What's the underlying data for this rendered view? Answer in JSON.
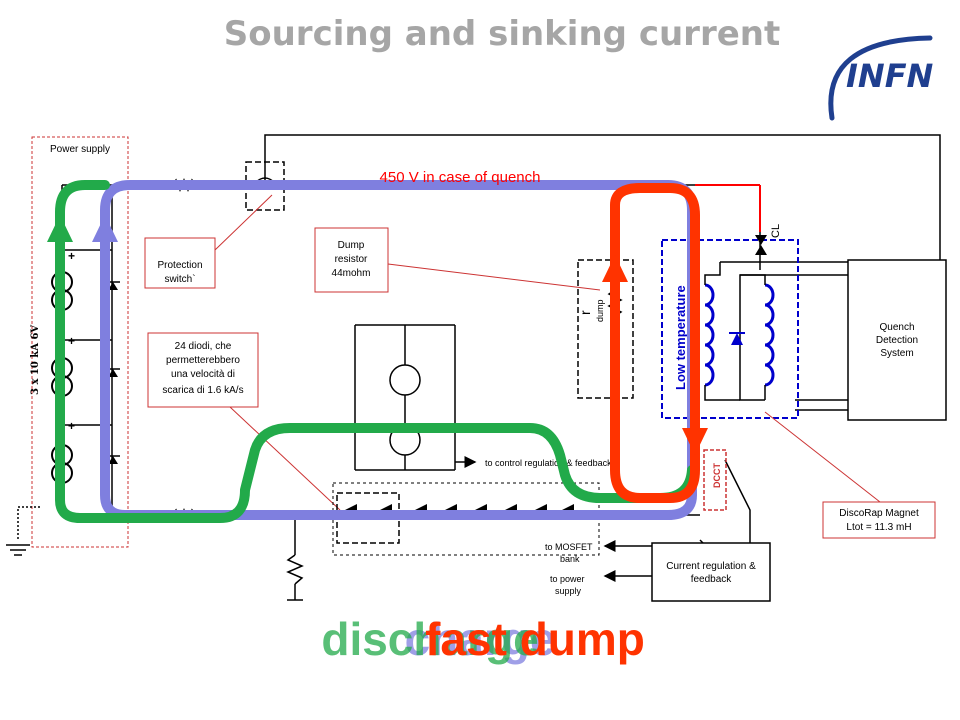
{
  "title": "Sourcing and sinking current",
  "logo": "INFN",
  "colors": {
    "charge": "#7f7fdf",
    "discharge": "#22aa4a",
    "fast_dump": "#ff3300",
    "label_red": "#ff0000",
    "wire": "#000000",
    "title": "#a6a6a6",
    "logo": "#1f3f8f"
  },
  "labels": {
    "power_supply": "Power supply",
    "ps_rating": "3 x 10 kA  6V",
    "quench_voltage": "450 V in case of quench",
    "protection_switch": [
      "Protection",
      "switch`"
    ],
    "dump_resistor": [
      "Dump",
      "resistor",
      "44mohm"
    ],
    "diodes": [
      "24 diodi, che",
      "permetterebbero",
      "una velocità di",
      "scarica di 1.6 kA/s"
    ],
    "r_dump": "r",
    "r_dump_sub": "dump",
    "low_temperature": "Low temperature",
    "cl": "CL",
    "qds": [
      "Quench",
      "Detection",
      "System"
    ],
    "dcct": "DCCT",
    "magnet": [
      "DiscoRap Magnet",
      "Ltot = 11.3 mH"
    ],
    "to_control": "to control regulation & feedback",
    "to_mosfet": [
      "to MOSFET",
      "bank"
    ],
    "to_power": [
      "to power",
      "supply"
    ],
    "current_reg": [
      "Current regulation &",
      "feedback"
    ]
  },
  "overlay_words": {
    "charge": "charge",
    "discharge": "discharge",
    "fast_dump": "fast dump"
  }
}
